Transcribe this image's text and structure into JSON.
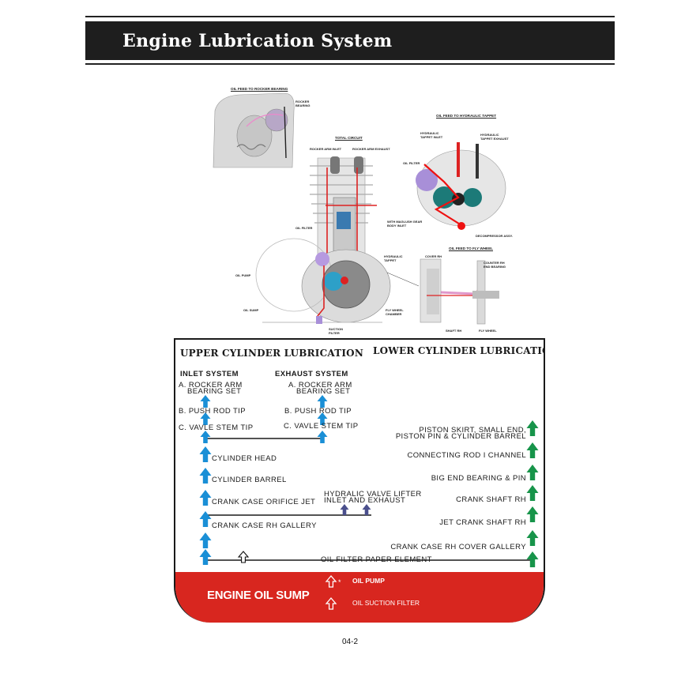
{
  "title": "Engine Lubrication System",
  "diagram_labels": {
    "rocker_feed": "OIL FEED TO ROCKER BEARING",
    "rocker_bearing": "ROCKER BEARING",
    "total_circuit": "TOTAL CIRCUIT",
    "rocker_inlet": "ROCKER ARM INLET",
    "rocker_exhaust": "ROCKER ARM EXHAUST",
    "tappet_feed": "OIL FEED TO HYDRAULIC TAPPET",
    "tappet_inlet": "HYDRAULIC TAPPET INLET",
    "tappet_exhaust": "HYDRAULIC TAPPET EXHAUST",
    "oil_filter_right": "OIL FILTER",
    "gear_body": "WITH MAGLUSH GEAR BODY INLET",
    "decompressor": "DECOMPRESSOR ASSY.",
    "oil_filter_left": "OIL FILTER",
    "hydraulic_tappet": "HYDRAULIC TAPPET",
    "oil_pump": "OIL PUMP",
    "oil_sump": "OIL SUMP",
    "suction_filter": "SUCTION FILTER",
    "fly_wheel_chamber": "FLY WHEEL CHAMBER",
    "flywheel_feed": "OIL FEED TO FLY WHEEL",
    "cover_rh": "COVER RH",
    "counter_rh": "COUNTER RH END BEARING",
    "shaft_rh": "SHAFT RH",
    "fly_wheel": "FLY WHEEL"
  },
  "chart": {
    "upper_heading": "UPPER CYLINDER LUBRICATION",
    "lower_heading": "LOWER CYLINDER LUBRICATION",
    "inlet_heading": "INLET SYSTEM",
    "exhaust_heading": "EXHAUST SYSTEM",
    "inlet_items": [
      "A. ROCKER ARM",
      "BEARING SET",
      "B. PUSH ROD TIP",
      "C. VAVLE STEM TIP"
    ],
    "exhaust_items": [
      "A. ROCKER ARM",
      "BEARING SET",
      "B. PUSH ROD TIP",
      "C. VAVLE STEM TIP"
    ],
    "left_stages": [
      "CYLINDER HEAD",
      "CYLINDER BARREL",
      "CRANK CASE ORIFICE JET",
      "CRANK CASE RH GALLERY"
    ],
    "lifter_line1": "HYDRALIC VALVE LIFTER",
    "lifter_line2": "INLET AND EXHAUST",
    "right_stages": [
      "PISTON SKIRT, SMALL END,",
      "PISTON PIN & CYLINDER BARREL",
      "CONNECTING ROD I CHANNEL",
      "BIG END BEARING &  PIN",
      "CRANK SHAFT RH",
      "JET CRANK SHAFT RH",
      "CRANK CASE RH COVER GALLERY"
    ],
    "filter": "OIL FILTER PAPER ELEMENT",
    "sump": "ENGINE OIL SUMP",
    "pump_star": "*",
    "pump": "OIL PUMP",
    "suction": "OIL SUCTION FILTER"
  },
  "colors": {
    "title_bar": "#1e1e1e",
    "blue_arrow": "#1a8fd6",
    "purple_arrow": "#4a4f8c",
    "green_arrow": "#17944a",
    "sump_red": "#d8261f"
  },
  "page_number": "04-2"
}
